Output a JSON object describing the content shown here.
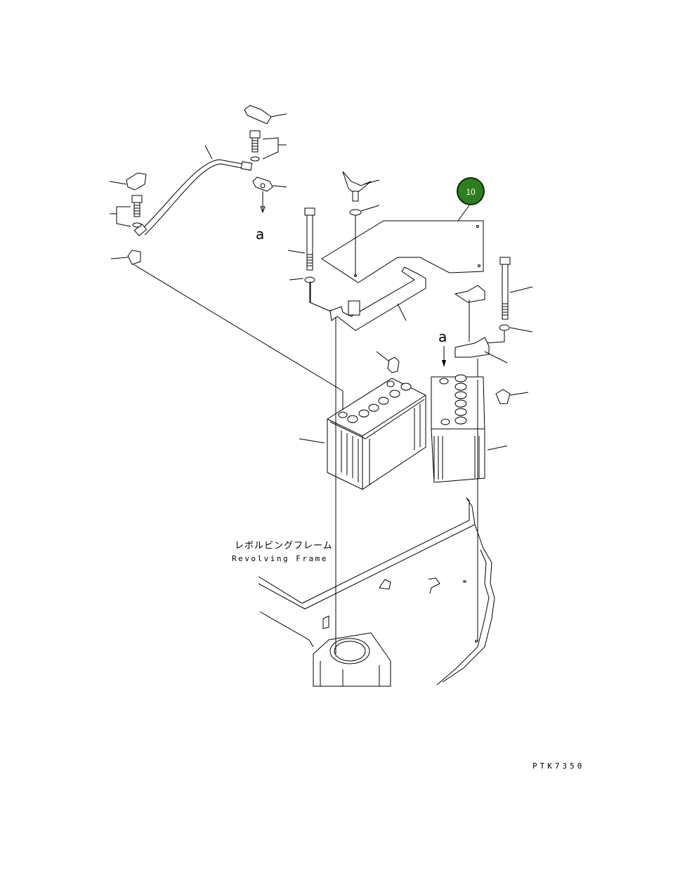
{
  "labels": {
    "terminal_a_left": "a",
    "terminal_a_right": "a",
    "frame_jp": "レボルビングフレーム",
    "frame_en": "Revolving Frame",
    "drawing_code": "PTK7350"
  },
  "callout": {
    "number": "10",
    "color": "#2e7d1e"
  }
}
